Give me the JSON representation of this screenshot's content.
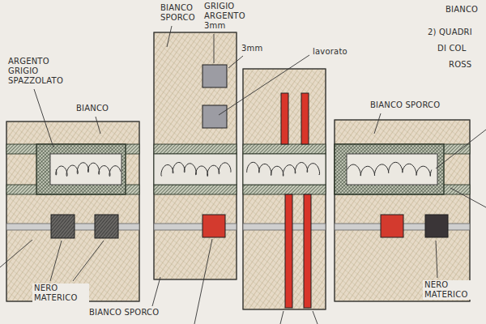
{
  "diagram": {
    "labels": [
      "ARGENTO GRIGIO SPAZZOLATO",
      "BIANCO",
      "BIANCO SPORCO",
      "GRIGIO ARGENTO 3mm",
      "3mm",
      "lavorato",
      "BIANCO SPORCO",
      "BIANCO",
      "2) QUADRI",
      "DI COL",
      "ROSS",
      "NERO MATERICO",
      "BIANCO SPORCO",
      "NERO MATERICO"
    ]
  }
}
